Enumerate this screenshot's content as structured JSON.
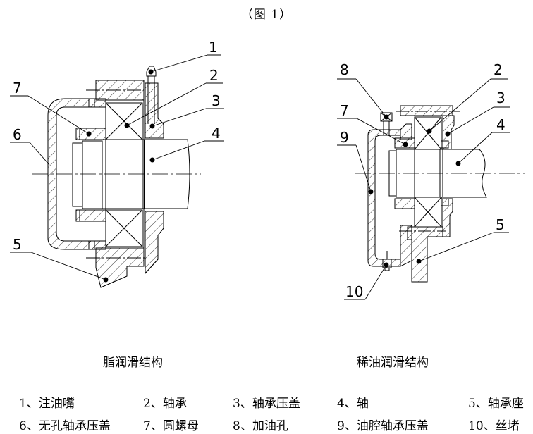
{
  "figure": {
    "title": "（图 1）"
  },
  "diagrams": [
    {
      "id": "grease",
      "caption": "脂润滑结构",
      "callouts": [
        "1",
        "2",
        "3",
        "4",
        "5",
        "6",
        "7"
      ]
    },
    {
      "id": "oil",
      "caption": "稀油润滑结构",
      "callouts": [
        "8",
        "2",
        "3",
        "4",
        "7",
        "9",
        "5",
        "10"
      ]
    }
  ],
  "legend": {
    "rows": [
      [
        {
          "num": "1",
          "text": "1、注油嘴"
        },
        {
          "num": "2",
          "text": "2、轴承"
        },
        {
          "num": "3",
          "text": "3、轴承压盖"
        },
        {
          "num": "4",
          "text": "4、轴"
        },
        {
          "num": "5",
          "text": "5、轴承座"
        }
      ],
      [
        {
          "num": "6",
          "text": "6、无孔轴承压盖"
        },
        {
          "num": "7",
          "text": "7、圆螺母"
        },
        {
          "num": "8",
          "text": "8、加油孔"
        },
        {
          "num": "9",
          "text": "9、油腔轴承压盖"
        },
        {
          "num": "10",
          "text": "10、丝堵"
        }
      ]
    ]
  }
}
